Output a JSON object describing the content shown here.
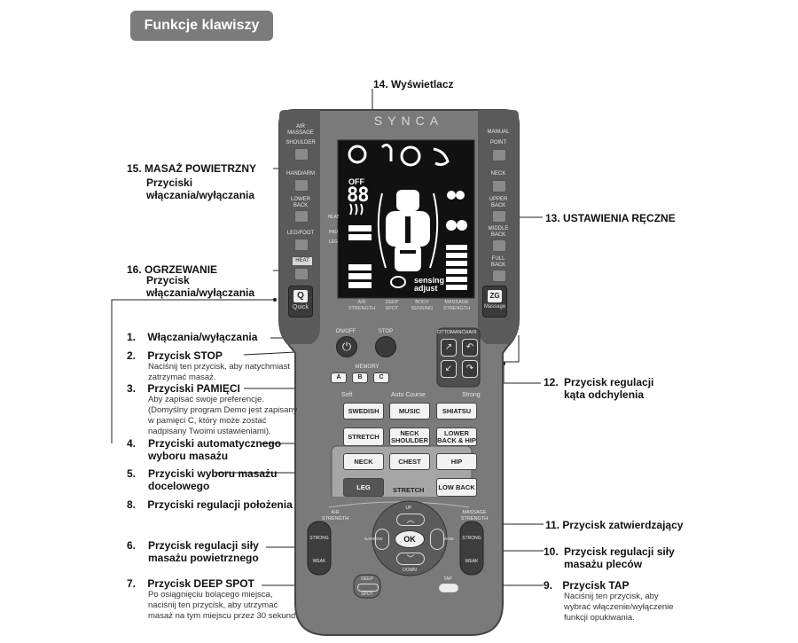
{
  "header": {
    "title": "Funkcje klawiszy"
  },
  "remote": {
    "brand": "SYNCA",
    "air_massage": "AIR\nMASSAGE",
    "left_buttons": [
      "SHOULDER",
      "HAND/ARM",
      "LOWER\nBACK",
      "LEG/FOOT"
    ],
    "heat_pad_leg": [
      "HEAT",
      "PAD",
      "LEG"
    ],
    "heat_button": "HEAT",
    "quick": {
      "glyph": "Q",
      "label": "Quick"
    },
    "manual": "MANUAL",
    "right_buttons": [
      "POINT",
      "NECK",
      "UPPER\nBACK",
      "MIDDLE\nBACK",
      "FULL\nBACK"
    ],
    "zg": {
      "glyph": "ZG",
      "label": "Massage"
    },
    "display": {
      "off": "OFF",
      "digits": "88",
      "sensing": "sensing",
      "adjust": "adjust"
    },
    "display_captions": [
      "AIR\nSTRENGTH",
      "DEEP\nSPOT",
      "BODY\nSENSING",
      "MASSAGE\nSTRENGTH"
    ],
    "on_off": "ON/OFF",
    "stop": "STOP",
    "memory": "MEMORY",
    "memory_buttons": [
      "A",
      "B",
      "C"
    ],
    "ottoman": "OTTOMAN",
    "chair": "CHAIR",
    "auto_course": {
      "soft": "Soft",
      "title": "Auto Course",
      "strong": "Strong"
    },
    "auto_buttons": [
      "SWEDISH",
      "MUSIC",
      "SHIATSU",
      "STRETCH",
      "NECK\nSHOULDER",
      "LOWER\nBACK & HIP"
    ],
    "target_buttons": [
      "NECK",
      "CHEST",
      "HIP",
      "LEG",
      "LOW BACK"
    ],
    "stretch_label": "STRETCH",
    "air_strength": "AIR\nSTRENGTH",
    "massage_strength": "MASSAGE\nSTRENGTH",
    "strong": "STRONG",
    "weak": "WEAK",
    "up": "UP",
    "down": "DOWN",
    "narrow": "NARROW",
    "wide": "WIDE",
    "ok": "OK",
    "deep": "DEEP",
    "spot": "SPOT",
    "tap": "TAP"
  },
  "callouts": {
    "c14": {
      "num": "14.",
      "title": "Wyświetlacz"
    },
    "c15": {
      "num": "15.",
      "title": "MASAŻ POWIETRZNY",
      "sub": "Przyciski\nwłączania/wyłączania"
    },
    "c16": {
      "num": "16.",
      "title": "OGRZEWANIE",
      "sub": "Przycisk\nwłączania/wyłączania"
    },
    "c13": {
      "num": "13.",
      "title": "USTAWIENIA RĘCZNE"
    },
    "c1": {
      "num": "1.",
      "title": "Włączania/wyłączania"
    },
    "c2": {
      "num": "2.",
      "title": "Przycisk STOP",
      "desc": "Naciśnij ten przycisk, aby natychmiast\nzatrzymać masaż."
    },
    "c3": {
      "num": "3.",
      "title": "Przyciski PAMIĘCI",
      "desc": "Aby zapisać swoje preferencje.\n(Domyślny program Demo jest zapisany\nw pamięci C, który może zostać\nnadpisany Twoimi ustawieniami)."
    },
    "c4": {
      "num": "4.",
      "title": "Przyciski automatycznego\nwyboru masażu"
    },
    "c5": {
      "num": "5.",
      "title": "Przyciski wyboru masażu\ndocelowego"
    },
    "c8": {
      "num": "8.",
      "title": "Przyciski regulacji położenia"
    },
    "c6": {
      "num": "6.",
      "title": "Przycisk regulacji siły\nmasażu powietrznego"
    },
    "c7": {
      "num": "7.",
      "title": "Przycisk DEEP SPOT",
      "desc": "Po osiągnięciu bolącego miejsca,\nnaciśnij ten przycisk, aby utrzymać\nmasaż na tym miejscu przez 30 sekund."
    },
    "c12": {
      "num": "12.",
      "title": "Przycisk regulacji\nkąta odchylenia"
    },
    "c11": {
      "num": "11.",
      "title": "Przycisk zatwierdzający"
    },
    "c10": {
      "num": "10.",
      "title": "Przycisk regulacji siły\nmasażu pleców"
    },
    "c9": {
      "num": "9.",
      "title": "Przycisk TAP",
      "desc": "Naciśnij ten przycisk, aby\nwybrać włączenie/wyłączenie\nfunkcji opukiwania."
    }
  },
  "colors": {
    "remote_body": "#7a7a7a",
    "remote_dark": "#4a4a4a",
    "panel": "#5c5c5c",
    "header": "#7b7b7b"
  }
}
